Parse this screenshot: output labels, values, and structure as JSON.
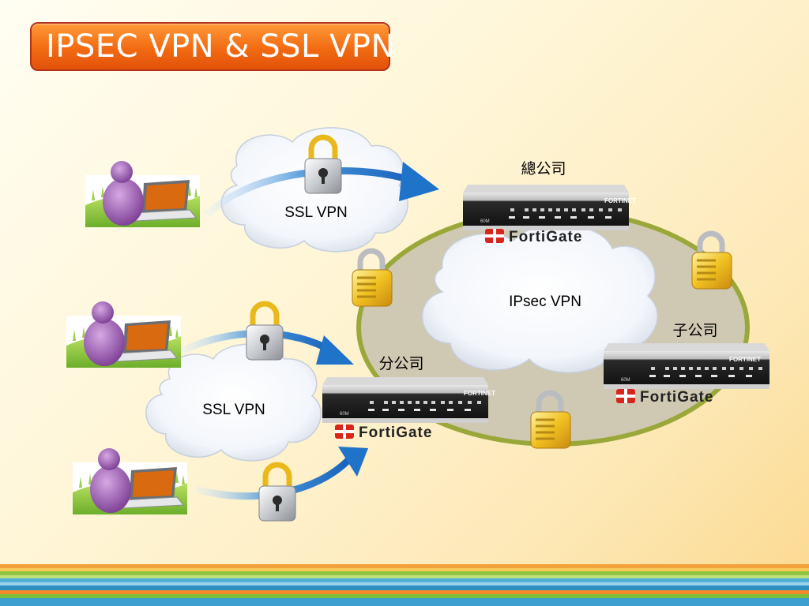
{
  "title": "IPSEC VPN & SSL VPN",
  "labels": {
    "ssl_vpn_top": "SSL VPN",
    "ssl_vpn_left": "SSL VPN",
    "ipsec_vpn": "IPsec VPN",
    "headquarters": "總公司",
    "branch": "分公司",
    "subsidiary": "子公司"
  },
  "device": {
    "vendor": "FORTINET",
    "brand": "FortiGate",
    "model": "60M"
  },
  "colors": {
    "title_orange": "#f26a12",
    "arrow_blue": "#1f73c8",
    "ring_green": "#9aa83a",
    "lock_gold": "#f0c020",
    "lock_gray": "#b9bcc0",
    "logo_red": "#d9261c"
  }
}
